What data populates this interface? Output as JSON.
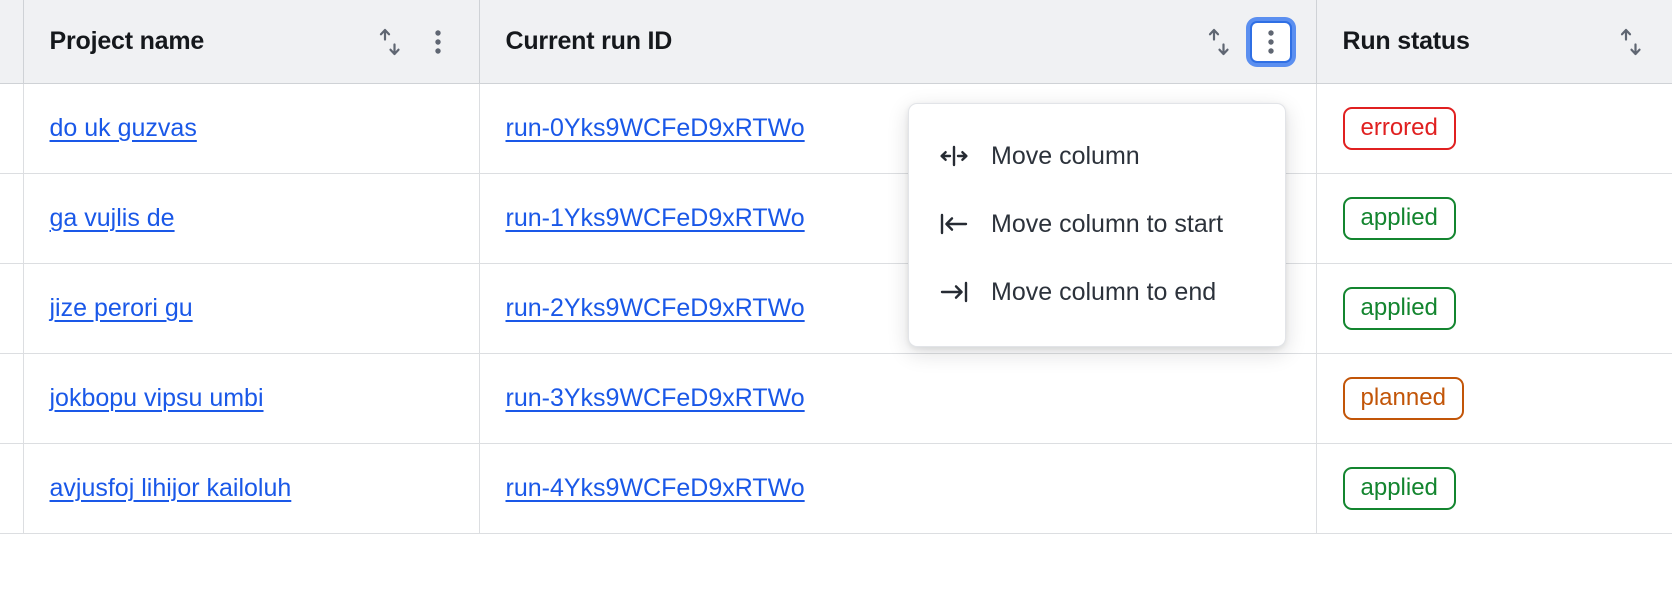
{
  "table": {
    "columns": [
      {
        "id": "gutter",
        "label": "",
        "sortable": false,
        "has_menu": false
      },
      {
        "id": "project",
        "label": "Project name",
        "sortable": true,
        "has_menu": true,
        "menu_open": false
      },
      {
        "id": "runid",
        "label": "Current run ID",
        "sortable": true,
        "has_menu": true,
        "menu_open": true
      },
      {
        "id": "status",
        "label": "Run status",
        "sortable": true,
        "has_menu": false,
        "menu_open": false
      }
    ],
    "icons": {
      "sort": "sort-updown-icon",
      "kebab": "kebab-menu-icon"
    },
    "rows": [
      {
        "project": "do uk guzvas",
        "run_id": "run-0Yks9WCFeD9xRTWo",
        "status": "errored",
        "status_kind": "errored"
      },
      {
        "project": "ga vujlis de",
        "run_id": "run-1Yks9WCFeD9xRTWo",
        "status": "applied",
        "status_kind": "applied"
      },
      {
        "project": "jize perori gu",
        "run_id": "run-2Yks9WCFeD9xRTWo",
        "status": "applied",
        "status_kind": "applied"
      },
      {
        "project": "jokbopu vipsu umbi",
        "run_id": "run-3Yks9WCFeD9xRTWo",
        "status": "planned",
        "status_kind": "planned"
      },
      {
        "project": "avjusfoj lihijor kailoluh",
        "run_id": "run-4Yks9WCFeD9xRTWo",
        "status": "applied",
        "status_kind": "applied"
      }
    ]
  },
  "column_menu": {
    "open_for_column": "Current run ID",
    "items": [
      {
        "icon": "move-column-horizontal-icon",
        "label": "Move column"
      },
      {
        "icon": "move-column-to-start-icon",
        "label": "Move column to start"
      },
      {
        "icon": "move-column-to-end-icon",
        "label": "Move column to end"
      }
    ]
  },
  "colors": {
    "link": "#1a58e8",
    "header_bg": "#f0f1f3",
    "focus_ring": "#5b8ff0",
    "focus_border": "#2f6fe4",
    "status_errored": "#e02020",
    "status_applied": "#13852f",
    "status_planned": "#c25508"
  }
}
